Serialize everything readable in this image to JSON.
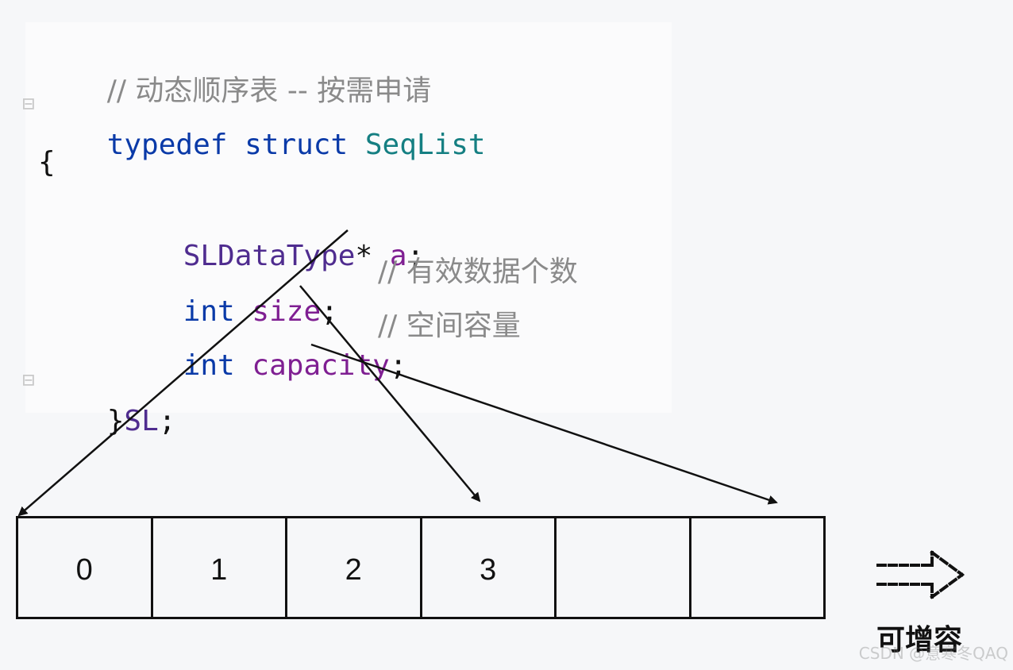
{
  "code": {
    "line1_comment": "// 动态顺序表 -- 按需申请",
    "line2": {
      "kw1": "typedef",
      "kw2": "struct",
      "name": "SeqList"
    },
    "line3_brace": "{",
    "line4": {
      "type": "SLDataType",
      "star": "*",
      "member": "a",
      "semi": ";"
    },
    "line5": {
      "kw": "int",
      "member": "size",
      "semi": ";",
      "comment": "// 有效数据个数"
    },
    "line6": {
      "kw": "int",
      "member": "capacity",
      "semi": ";",
      "comment": "// 空间容量"
    },
    "line7": {
      "brace": "}",
      "alias": "SL",
      "semi": ";"
    }
  },
  "array": {
    "cells": [
      "0",
      "1",
      "2",
      "3",
      "",
      ""
    ]
  },
  "expansion": {
    "label": "可增容"
  },
  "watermark": "CSDN @意寒冬QAQ",
  "colors": {
    "background": "#f6f7f9",
    "code_panel": "#fbfbfc",
    "keyword": "#0a3aa8",
    "type_name": "#157f82",
    "user_type": "#4f2c8f",
    "member": "#7f1f92",
    "comment": "#8a8a8a",
    "lines": "#111111"
  },
  "icons": {
    "fold_markers": "fold-marker-icon",
    "expand": "dashed-arrow-right-icon"
  }
}
